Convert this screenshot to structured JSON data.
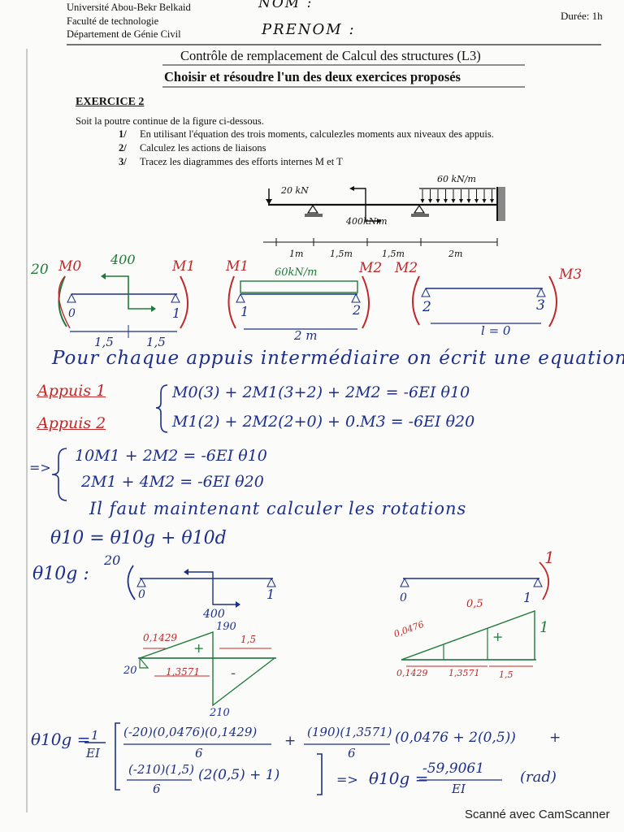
{
  "header": {
    "university": "Université Abou-Bekr Belkaid",
    "faculty": "Faculté de technologie",
    "department": "Département de Génie Civil",
    "nom_label": "NOM :",
    "prenom_label": "PRENOM :",
    "duration": "Durée: 1h"
  },
  "title": "Contrôle de remplacement de Calcul des structures (L3)",
  "subtitle": "Choisir et résoudre l'un des deux exercices proposés",
  "exercise": {
    "heading": "EXERCICE 2",
    "intro": "Soit la poutre continue de la figure ci-dessous.",
    "questions": [
      {
        "num": "1/",
        "text": "En utilisant l'équation des trois moments, calculezles moments aux niveaux des appuis."
      },
      {
        "num": "2/",
        "text": "Calculez les actions de liaisons"
      },
      {
        "num": "3/",
        "text": "Tracez les diagrammes des efforts internes M et T"
      }
    ]
  },
  "figure": {
    "load_point": "20 kN",
    "load_distributed": "60 kN/m",
    "moment": "400kN.m",
    "spans": [
      "1m",
      "1,5m",
      "1,5m",
      "2m"
    ]
  },
  "notes": {
    "beam1": {
      "m_left": "20",
      "m0": "M0",
      "load": "400",
      "m1": "M1",
      "s0": "0",
      "s1": "1",
      "d1": "1,5",
      "d2": "1,5"
    },
    "beam2": {
      "m1": "M1",
      "load": "60kN/m",
      "m2": "M2",
      "s1": "1",
      "s2": "2",
      "len": "2 m"
    },
    "beam3": {
      "m2": "M2",
      "m3": "M3",
      "s2": "2",
      "s3": "3",
      "len": "l = 0"
    },
    "line_pour": "Pour chaque appuis intermédiaire on écrit une equation",
    "appui1_label": "Appuis 1",
    "appui2_label": "Appuis 2",
    "eq1": "M0(3) + 2M1(3+2) + 2M2 = -6EI θ10",
    "eq2": "M1(2) + 2M2(2+0) + 0.M3 = -6EI θ20",
    "arrow": "=>",
    "sys1": "10M1 + 2M2 = -6EI θ10",
    "sys2": "2M1 + 4M2 = -6EI θ20",
    "line_il_faut": "Il faut maintenant calculer les rotations",
    "theta_eq": "θ10 = θ10g + θ10d",
    "theta_label": "θ10g :",
    "sub_left": {
      "m": "20",
      "a": "0",
      "b": "1",
      "p": "400"
    },
    "sub_right": {
      "m": "1",
      "a": "0",
      "b": "1"
    },
    "diag_left": {
      "v1": "0,1429",
      "v2": "1,5",
      "v3": "1,3571",
      "v4": "20",
      "v5": "190",
      "v6": "210",
      "sign_pos": "+",
      "sign_neg": "-"
    },
    "diag_right": {
      "v1": "0,0476",
      "v2": "0,5",
      "v3": "1",
      "v4": "0,1429",
      "v5": "1,3571",
      "v6": "1,5",
      "sign": "+"
    },
    "final_lhs": "θ10g =",
    "final_one": "1",
    "final_ei": "EI",
    "final_t1": "(-20)(0,0476)(0,1429)",
    "final_six": "6",
    "final_plus": "+",
    "final_t2": "(190)(1,3571)",
    "final_t2b": "(0,0476 + 2(0,5))",
    "final_t3": "(-210)(1,5)",
    "final_t3b": "(2(0,5) + 1)",
    "final_arrow": "=>",
    "final_res_lhs": "θ10g =",
    "final_res_num": "-59,9061",
    "final_res_den": "EI",
    "final_unit": "(rad)"
  },
  "footer": "Scanné avec CamScanner"
}
